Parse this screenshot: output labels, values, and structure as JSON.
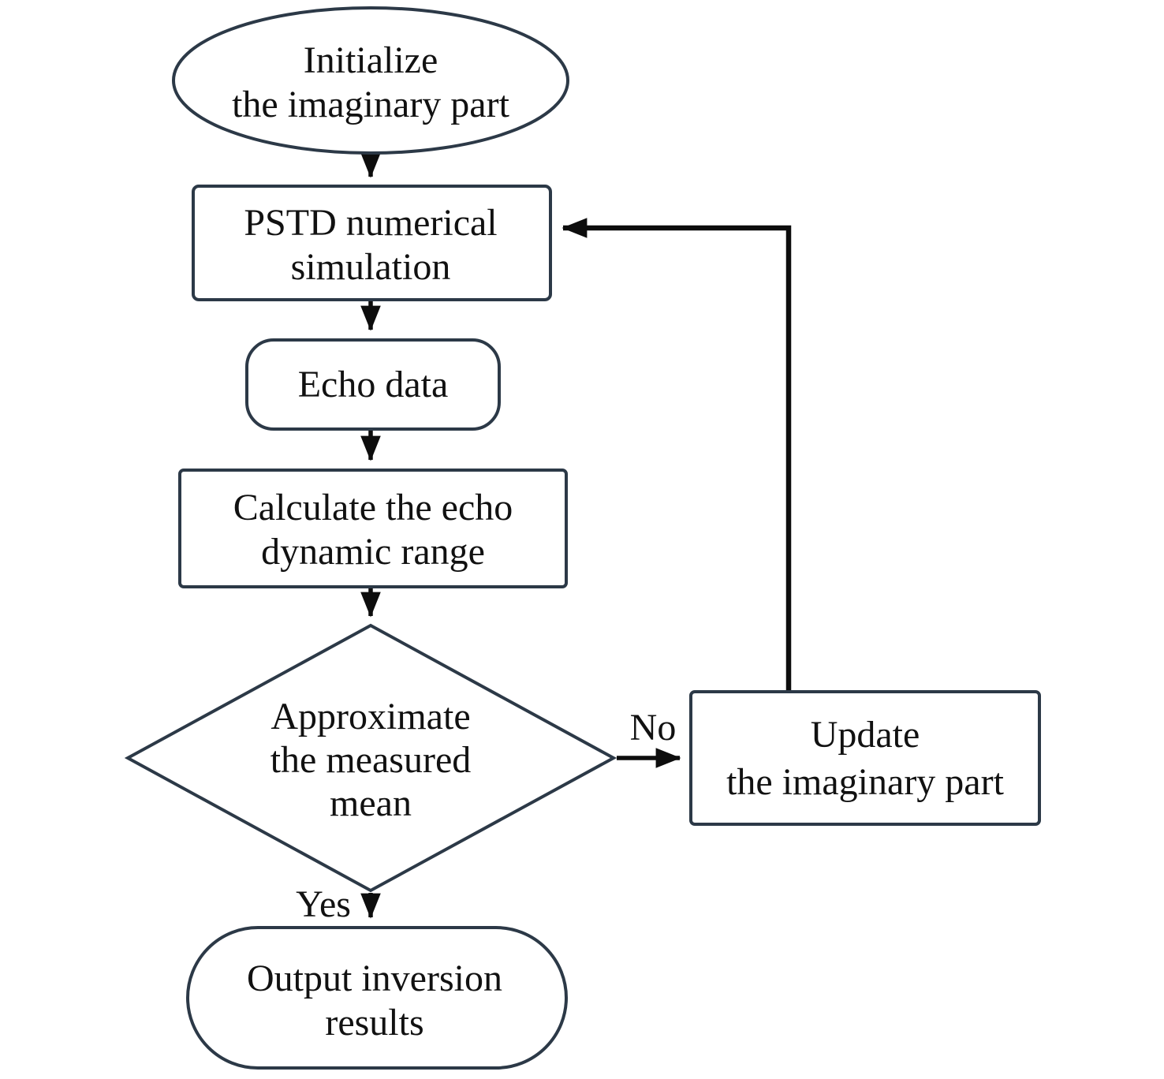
{
  "nodes": {
    "start": {
      "shape": "ellipse",
      "line1": "Initialize",
      "line2": "the imaginary part"
    },
    "pstd": {
      "shape": "rectangle",
      "line1": "PSTD numerical",
      "line2": "simulation"
    },
    "echo": {
      "shape": "rounded-rectangle",
      "line1": "Echo data"
    },
    "calc": {
      "shape": "rectangle",
      "line1": "Calculate the echo",
      "line2": "dynamic range"
    },
    "decision": {
      "shape": "diamond",
      "line1": "Approximate",
      "line2": "the measured",
      "line3": "mean"
    },
    "update": {
      "shape": "rectangle",
      "line1": "Update",
      "line2": "the imaginary part"
    },
    "output": {
      "shape": "stadium",
      "line1": "Output inversion",
      "line2": "results"
    }
  },
  "edges": {
    "no_label": "No",
    "yes_label": "Yes"
  },
  "colors": {
    "background": "#ffffff",
    "shape_stroke": "#2c3947",
    "connector": "#0d0d0d",
    "text": "#111111"
  }
}
